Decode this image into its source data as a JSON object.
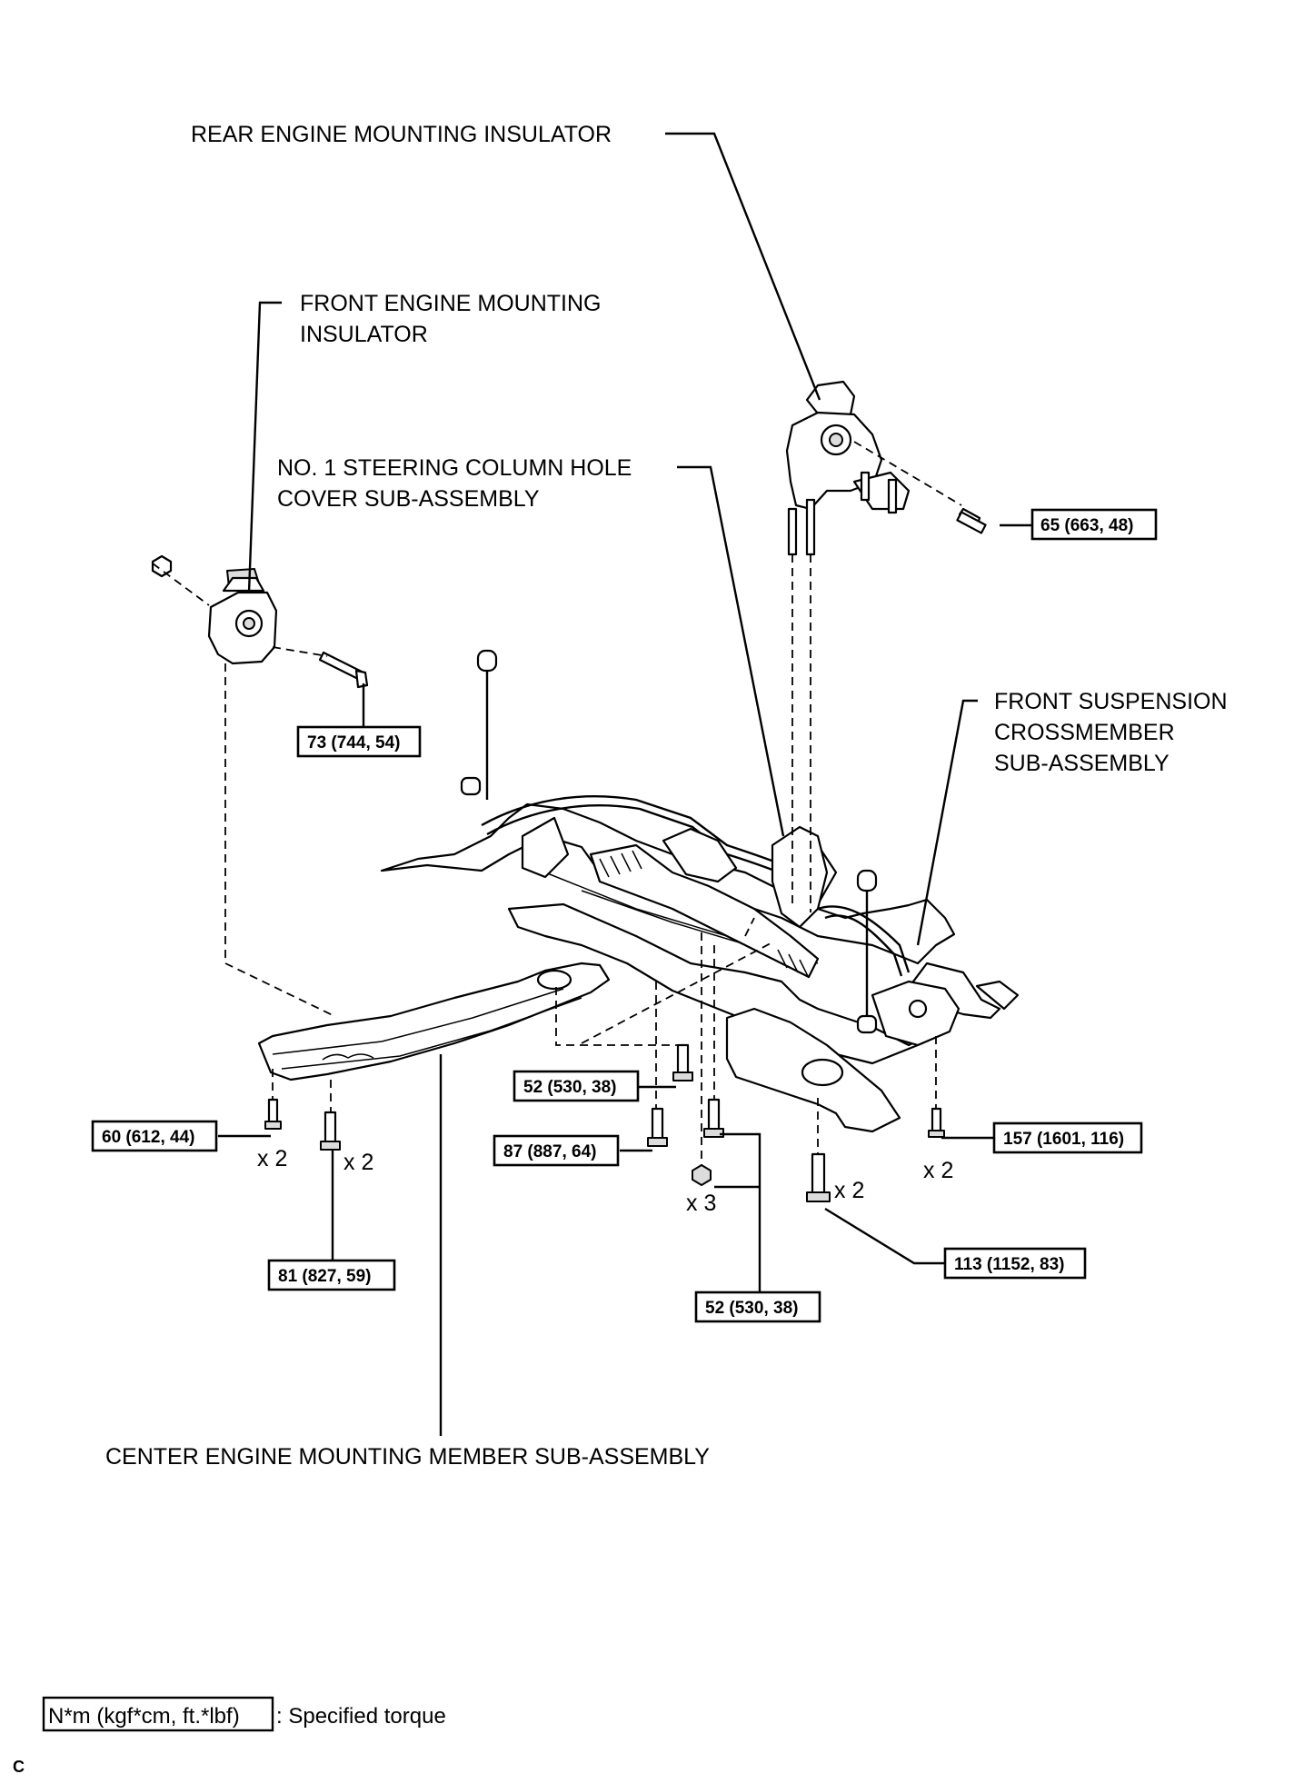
{
  "labels": {
    "rear_insulator": "REAR ENGINE MOUNTING INSULATOR",
    "front_insulator_line1": "FRONT ENGINE MOUNTING",
    "front_insulator_line2": "INSULATOR",
    "steering_cover_line1": "NO. 1 STEERING COLUMN HOLE",
    "steering_cover_line2": "COVER SUB-ASSEMBLY",
    "crossmember_line1": "FRONT SUSPENSION",
    "crossmember_line2": "CROSSMEMBER",
    "crossmember_line3": "SUB-ASSEMBLY",
    "center_member": "CENTER ENGINE MOUNTING MEMBER SUB-ASSEMBLY"
  },
  "torques": {
    "t65": "65 (663, 48)",
    "t73": "73 (744, 54)",
    "t52a": "52 (530, 38)",
    "t60": "60 (612, 44)",
    "t87": "87 (887, 64)",
    "t157": "157 (1601, 116)",
    "t81": "81 (827, 59)",
    "t113": "113 (1152, 83)",
    "t52b": "52 (530, 38)"
  },
  "counts": {
    "c60": "x 2",
    "c81": "x 2",
    "c3": "x 3",
    "c113": "x 2",
    "c157": "x 2"
  },
  "legend": {
    "unit": "N*m (kgf*cm, ft.*lbf)",
    "text": ": Specified torque"
  },
  "corner_mark": "C"
}
